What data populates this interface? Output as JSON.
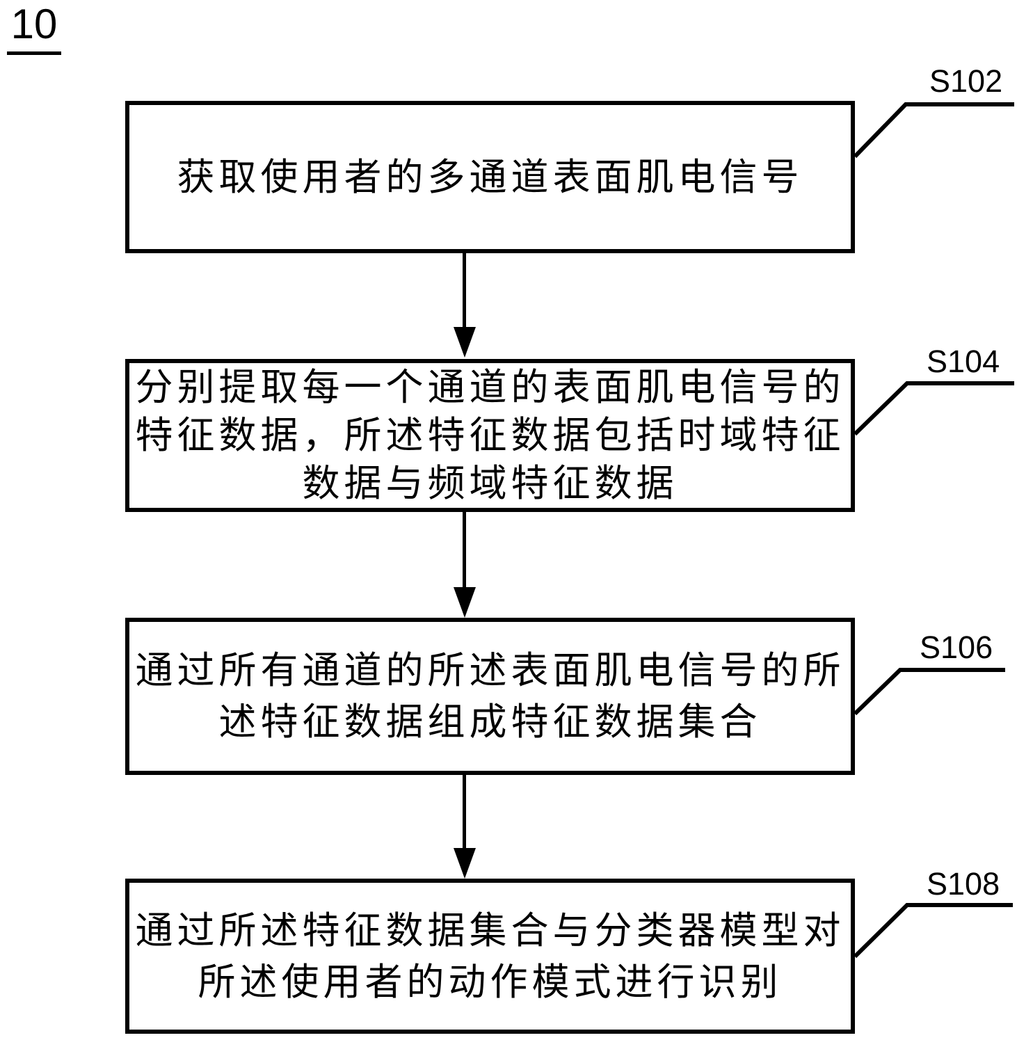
{
  "figure": {
    "label": "10"
  },
  "steps": [
    {
      "id": "S102",
      "lines": [
        "获取使用者的多通道表面肌电信号"
      ]
    },
    {
      "id": "S104",
      "lines": [
        "分别提取每一个通道的表面肌电信号的",
        "特征数据，所述特征数据包括时域特征",
        "数据与频域特征数据"
      ]
    },
    {
      "id": "S106",
      "lines": [
        "通过所有通道的所述表面肌电信号的所",
        "述特征数据组成特征数据集合"
      ]
    },
    {
      "id": "S108",
      "lines": [
        "通过所述特征数据集合与分类器模型对",
        "所述使用者的动作模式进行识别"
      ]
    }
  ],
  "colors": {
    "line": "#000000",
    "background": "#ffffff"
  }
}
